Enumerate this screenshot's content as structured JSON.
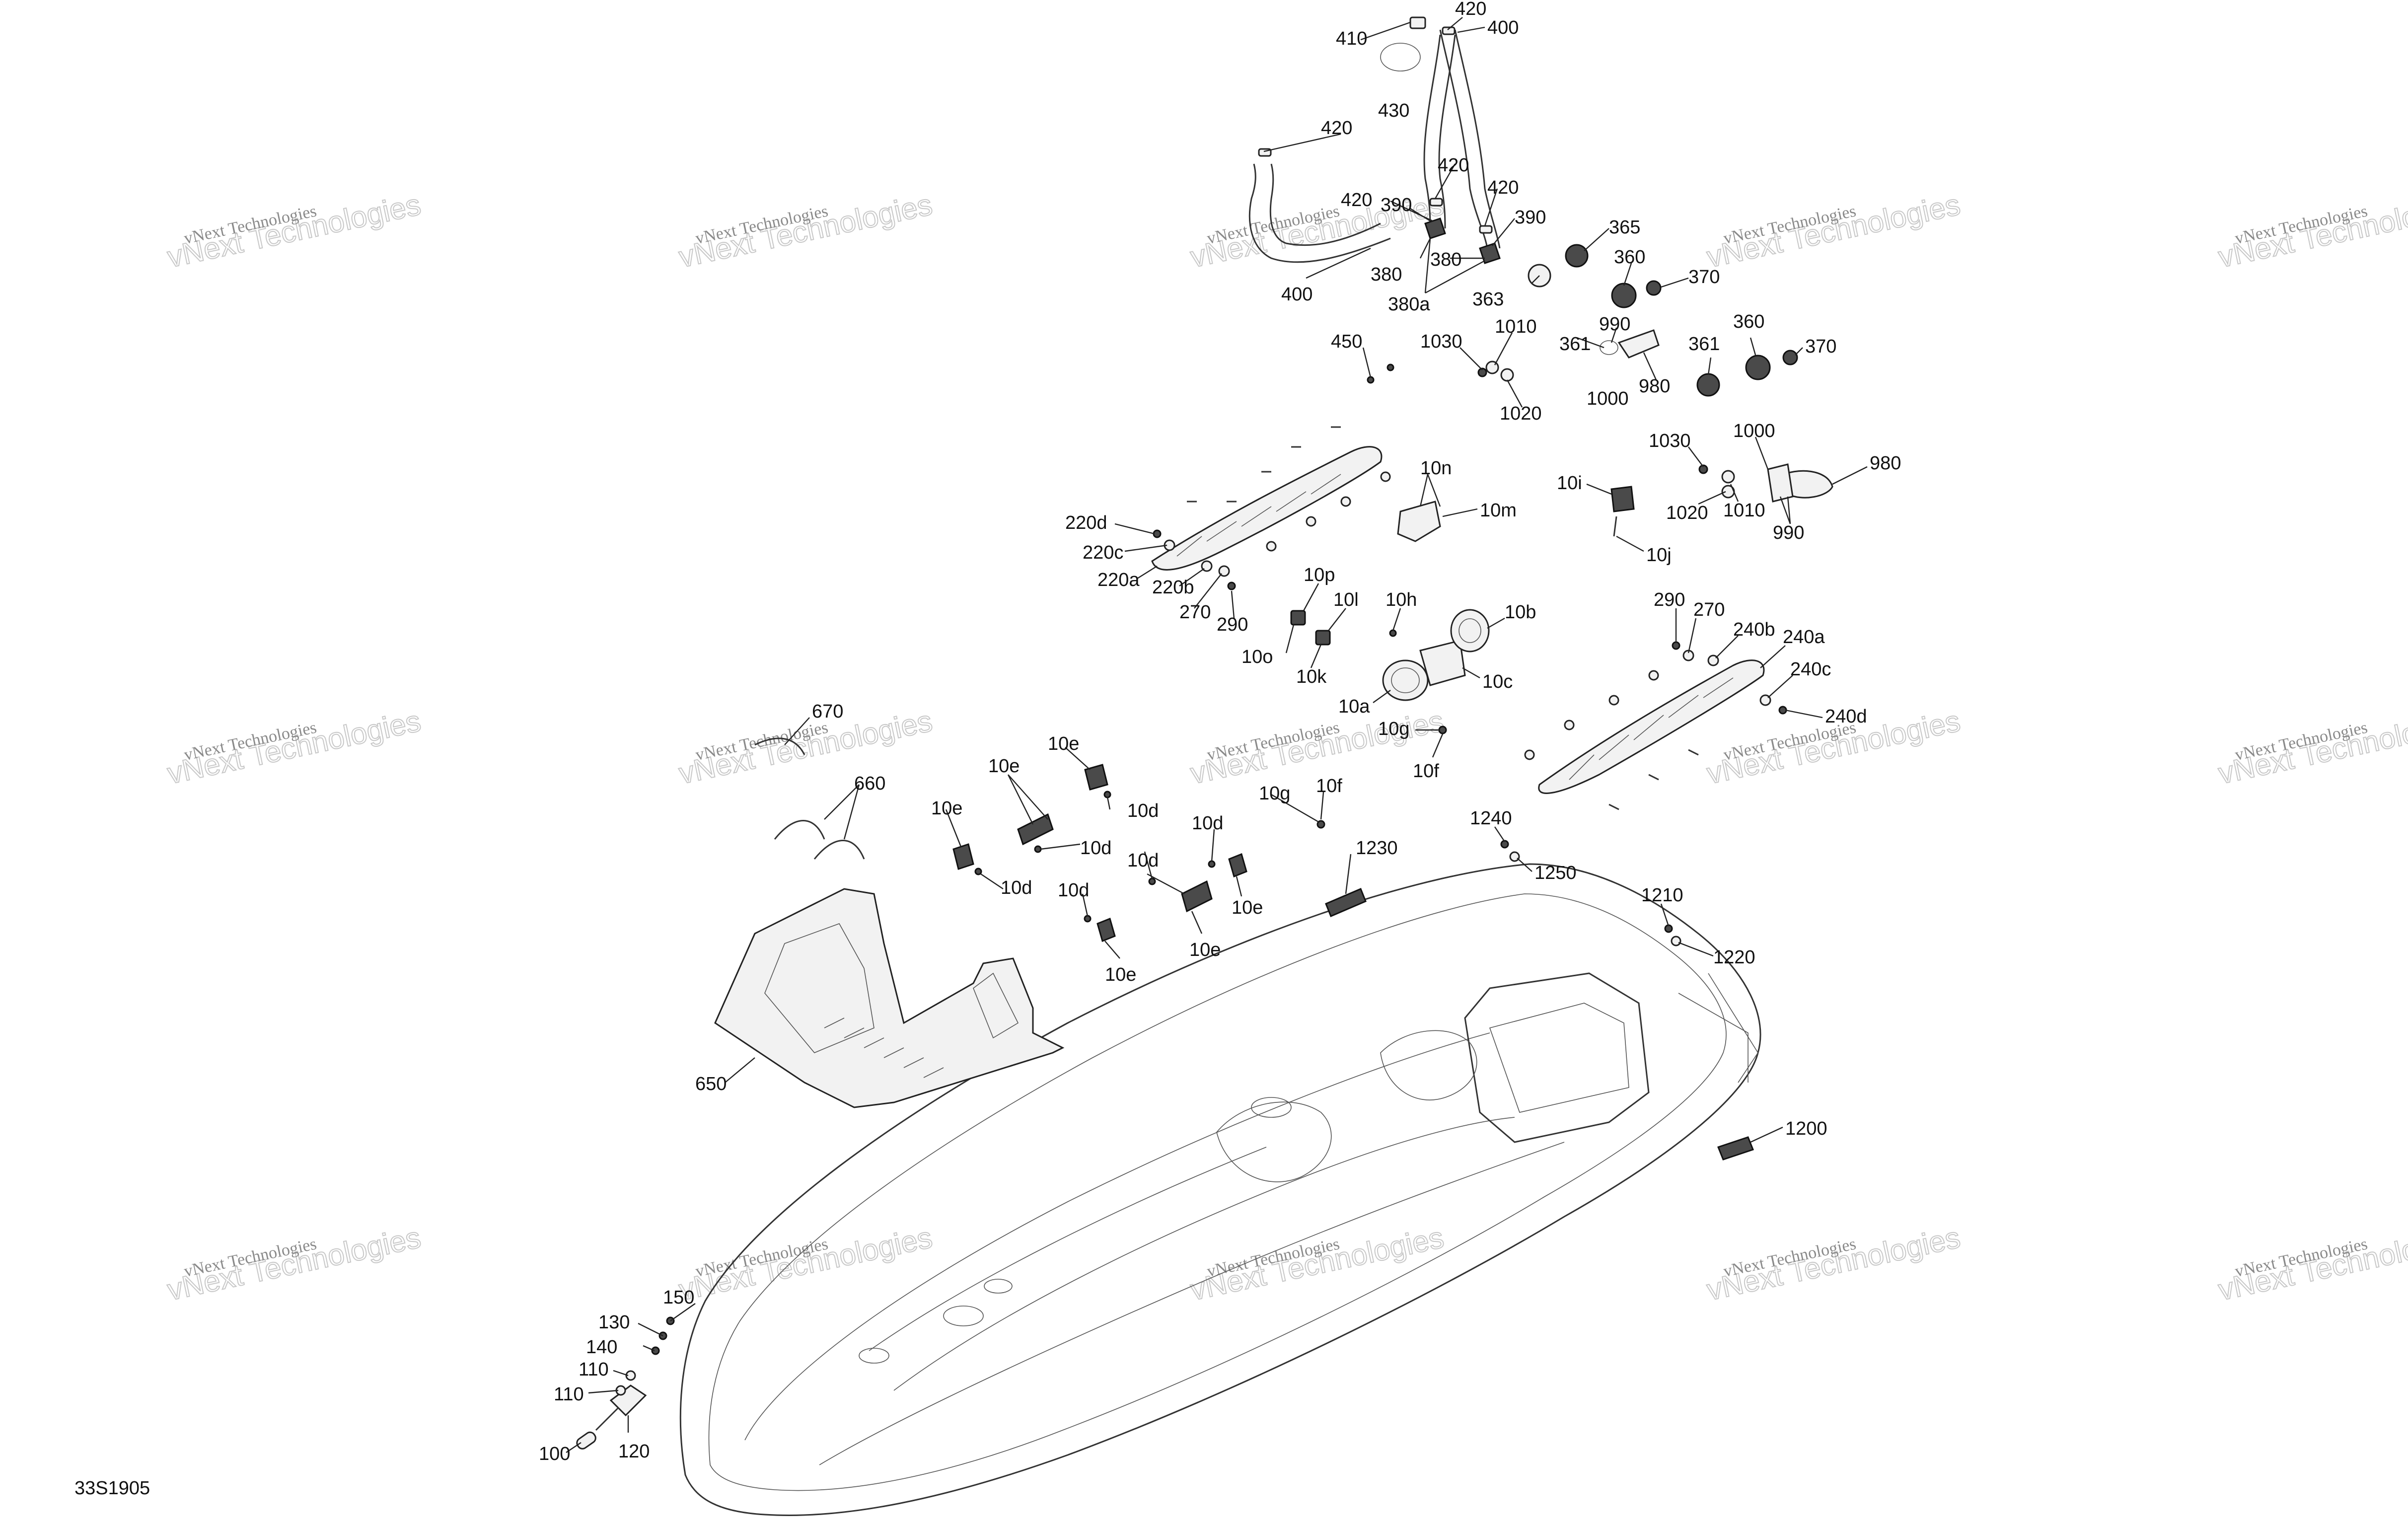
{
  "diagram_code": "33S1905",
  "watermark": {
    "top": "vNext Technologies",
    "big": "vNext Technologies"
  },
  "labels": {
    "l410": "410",
    "l420a": "420",
    "l400a": "400",
    "l430": "430",
    "l420b": "420",
    "l420c": "420",
    "l420d": "420",
    "l420e": "420",
    "l390a": "390",
    "l390b": "390",
    "l380a": "380",
    "l380b": "380",
    "l380c": "380a",
    "l400b": "400",
    "l365": "365",
    "l363": "363",
    "l360a": "360",
    "l370a": "370",
    "l990a": "990",
    "l361a": "361",
    "l980a": "980",
    "l1000a": "1000",
    "l361b": "361",
    "l360b": "360",
    "l370b": "370",
    "l450": "450",
    "l1030a": "1030",
    "l1010a": "1010",
    "l1020a": "1020",
    "l1030b": "1030",
    "l1000b": "1000",
    "l980b": "980",
    "l1020b": "1020",
    "l1010b": "1010",
    "l990b": "990",
    "l10i": "10i",
    "l10j": "10j",
    "l10n": "10n",
    "l10m": "10m",
    "l220d": "220d",
    "l220c": "220c",
    "l220a": "220a",
    "l220b": "220b",
    "l270a": "270",
    "l290a": "290",
    "l10p": "10p",
    "l10l": "10l",
    "l10o": "10o",
    "l10k": "10k",
    "l10h": "10h",
    "l10b": "10b",
    "l10c": "10c",
    "l10a": "10a",
    "l10g": "10g",
    "l10f": "10f",
    "l290b": "290",
    "l270b": "270",
    "l240b": "240b",
    "l240a": "240a",
    "l240c": "240c",
    "l240d": "240d",
    "l670": "670",
    "l660": "660",
    "l650": "650",
    "l10e1": "10e",
    "l10e2": "10e",
    "l10e3": "10e",
    "l10e4": "10e",
    "l10e5": "10e",
    "l10e6": "10e",
    "l10d1": "10d",
    "l10d2": "10d",
    "l10d3": "10d",
    "l10d4": "10d",
    "l10d5": "10d",
    "l10d6": "10d",
    "l10g2": "10g",
    "l10f2": "10f",
    "l1230": "1230",
    "l1240": "1240",
    "l1250": "1250",
    "l1210": "1210",
    "l1220": "1220",
    "l1200": "1200",
    "l150": "150",
    "l130": "130",
    "l140": "140",
    "l110a": "110",
    "l110b": "110",
    "l100": "100",
    "l120": "120"
  }
}
